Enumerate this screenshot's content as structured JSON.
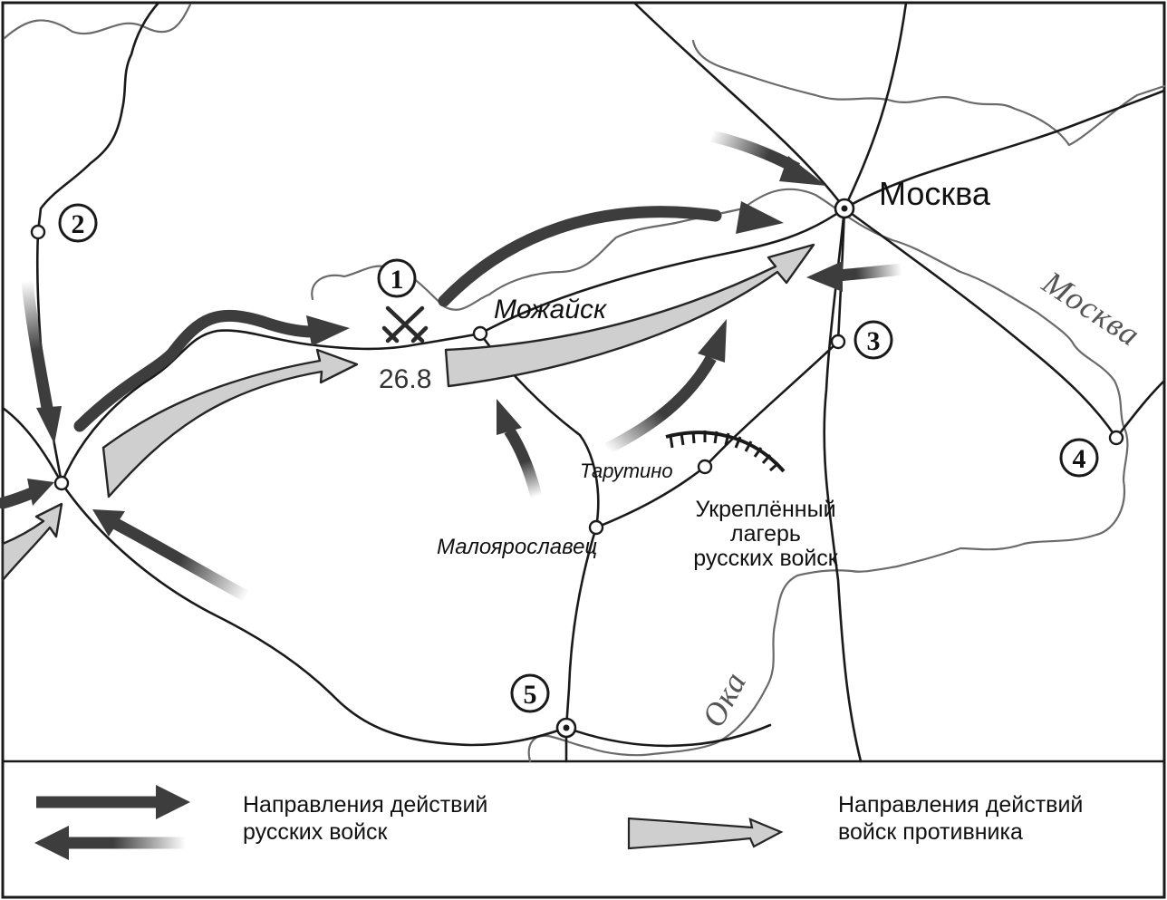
{
  "map": {
    "cities": {
      "moscow": "Москва",
      "mozhaysk": "Можайск",
      "tarutino": "Тарутино",
      "maloyaroslavets": "Малоярославец"
    },
    "camp": {
      "line1": "Укреплённый",
      "line2": "лагерь",
      "line3": "русских войск"
    },
    "rivers": {
      "moskva": "Москва",
      "oka": "Ока"
    },
    "markers": [
      "1",
      "2",
      "3",
      "4",
      "5"
    ],
    "battle_date": "26.8"
  },
  "legend": {
    "russian": {
      "line1": "Направления действий",
      "line2": "русских войск"
    },
    "enemy": {
      "line1": "Направления действий",
      "line2": "войск противника"
    }
  },
  "colors": {
    "russian_arrow": "#3d3d3d",
    "enemy_arrow_fill": "#cfcfcf",
    "roads": "#1a1a1a",
    "rivers": "#6a6a6a"
  },
  "icons": {
    "battle": "crossed-swords-icon",
    "city": "city-dot-icon",
    "camp": "fortification-icon"
  }
}
